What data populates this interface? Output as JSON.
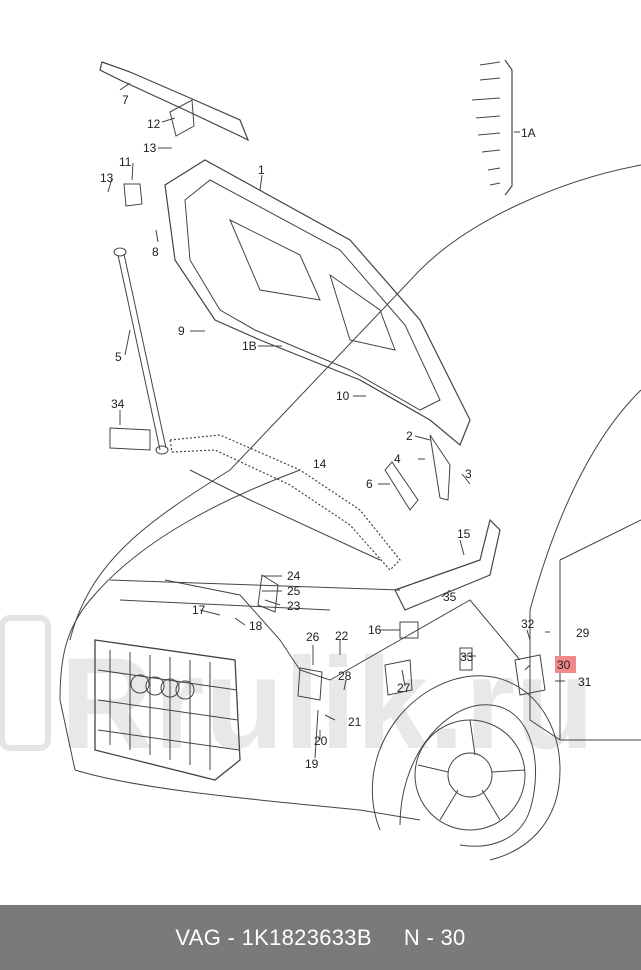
{
  "diagram": {
    "callouts": [
      "7",
      "12",
      "13",
      "11",
      "13",
      "8",
      "5",
      "9",
      "1B",
      "34",
      "1",
      "10",
      "14",
      "2",
      "4",
      "6",
      "3",
      "15",
      "35",
      "24",
      "25",
      "23",
      "17",
      "18",
      "26",
      "22",
      "16",
      "32",
      "29",
      "33",
      "30",
      "31",
      "28",
      "27",
      "21",
      "20",
      "19",
      "1A"
    ],
    "highlighted_callout": "30",
    "watermark_text": "Rrulik.ru",
    "highlight_color": "#f28a8a"
  },
  "footer": {
    "brand": "VAG",
    "separator": " - ",
    "part_number": "1K1823633B",
    "position_label": "N - 30",
    "background": "#7a7a7a"
  }
}
